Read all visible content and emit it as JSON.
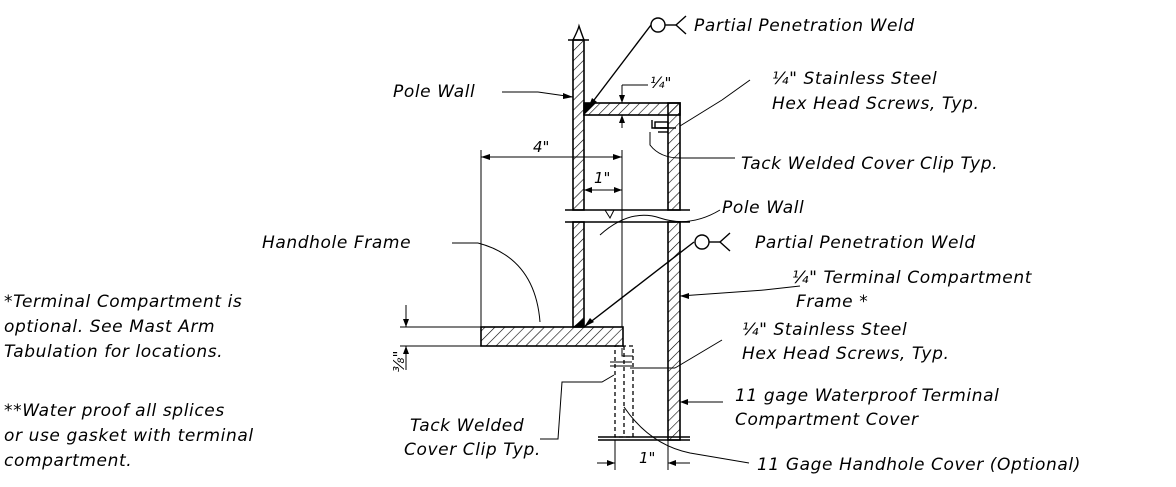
{
  "labels": {
    "weld_top": "Partial Penetration Weld",
    "pole_wall_left": "Pole Wall",
    "screws_top_1": "¼\" Stainless Steel",
    "screws_top_2": "Hex Head Screws, Typ.",
    "tack_clip_top": "Tack Welded Cover Clip Typ.",
    "pole_wall_mid": "Pole Wall",
    "handhole_frame": "Handhole Frame",
    "weld_mid": "Partial Penetration Weld",
    "terminal_frame_1": "¼\" Terminal Compartment",
    "terminal_frame_2": "Frame *",
    "screws_mid_1": "¼\" Stainless Steel",
    "screws_mid_2": "Hex Head Screws, Typ.",
    "cover_11_1": "11 gage Waterproof Terminal",
    "cover_11_2": "Compartment Cover",
    "tack_clip_bottom_1": "Tack Welded",
    "tack_clip_bottom_2": "Cover Clip Typ.",
    "handhole_cover": "11 Gage Handhole Cover (Optional)"
  },
  "dimensions": {
    "quarter_inch": "¼\"",
    "four_inch": "4\"",
    "one_inch_top": "1\"",
    "three_eighths": "⅜\"",
    "one_inch_bottom": "1\""
  },
  "notes": {
    "note1_line1": "*Terminal Compartment is",
    "note1_line2": "optional. See Mast Arm",
    "note1_line3": "Tabulation for locations.",
    "note2_line1": "**Water proof all splices",
    "note2_line2": "or use gasket with terminal",
    "note2_line3": "compartment."
  }
}
